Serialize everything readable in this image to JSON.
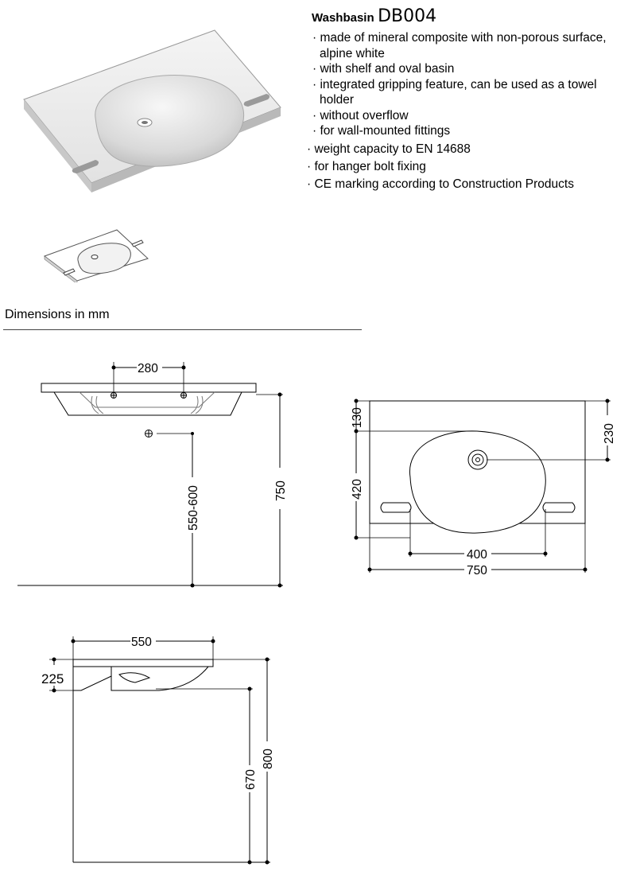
{
  "product": {
    "title_prefix": "Washbasin",
    "model": "DB004"
  },
  "features": {
    "indented": [
      "· made of mineral composite with non-porous surface,",
      "  alpine white",
      "· with shelf and oval basin",
      "· integrated gripping feature, can be used as a towel",
      "  holder",
      "· without overflow",
      "· for wall-mounted fittings"
    ],
    "outdented": [
      "· weight capacity to EN 14688",
      "· for hanger bolt fixing",
      "· CE marking according to Construction Products"
    ]
  },
  "dimensions": {
    "heading": "Dimensions in mm",
    "front": {
      "holes": "280",
      "height_range": "550-600",
      "total_height": "750"
    },
    "top": {
      "back": "130",
      "basin_depth": "420",
      "to_drain": "230",
      "basin_width": "400",
      "total_width": "750"
    },
    "side": {
      "depth": "550",
      "thickness": "225",
      "drain_height": "670",
      "total_height": "800"
    }
  }
}
